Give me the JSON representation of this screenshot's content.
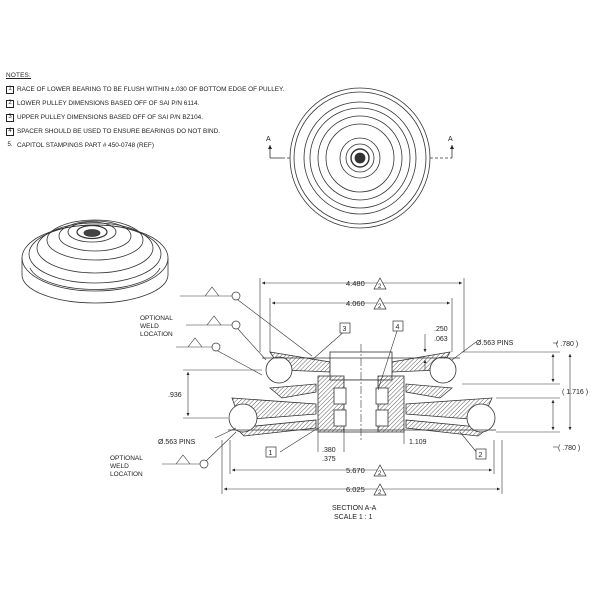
{
  "notes": {
    "header": "NOTES:",
    "items": [
      {
        "num": "1",
        "boxed": true,
        "text": "RACE OF LOWER BEARING TO BE FLUSH WITHIN ±.030 OF BOTTOM EDGE OF PULLEY."
      },
      {
        "num": "2",
        "boxed": true,
        "text": "LOWER PULLEY DIMENSIONS BASED OFF OF SAI P/N 6114."
      },
      {
        "num": "3",
        "boxed": true,
        "text": "UPPER PULLEY DIMENSIONS BASED OFF OF SAI P/N BZ104."
      },
      {
        "num": "4",
        "boxed": true,
        "text": "SPACER SHOULD BE USED TO ENSURE BEARINGS DO NOT BIND."
      },
      {
        "num": "5.",
        "boxed": false,
        "text": "CAPITOL STAMPINGS PART # 450-0748 (REF)"
      }
    ]
  },
  "section": {
    "cut_label": "A",
    "title": "SECTION A-A",
    "scale": "SCALE 1 : 1"
  },
  "dims": {
    "d4480": "4.480",
    "d4060": "4.060",
    "d5670": "5.670",
    "d6025": "6.025",
    "d250": ".250",
    "d063": ".063",
    "d936": ".936",
    "d380": ".380",
    "d375": ".375",
    "d1109": "1.109",
    "pins_top": "Ø.563 PINS",
    "pins_bottom": "Ø.563 PINS",
    "d780_top": "( .780 )",
    "d1716": "( 1.716 )",
    "d780_bot": "( .780 )",
    "tri2": "2"
  },
  "callouts": {
    "c1": "1",
    "c2": "2",
    "c3": "3",
    "c4": "4"
  },
  "weld": {
    "top_l1": "OPTIONAL",
    "top_l2": "WELD",
    "top_l3": "LOCATION",
    "bot_l1": "OPTIONAL",
    "bot_l2": "WELD",
    "bot_l3": "LOCATION"
  }
}
